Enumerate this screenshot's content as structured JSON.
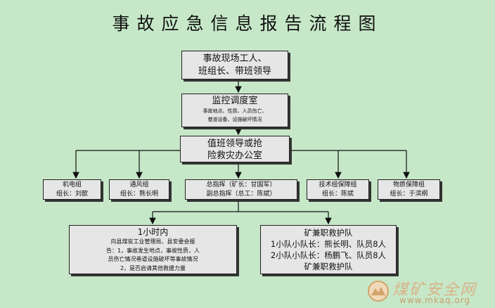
{
  "title": "事故应急信息报告流程图",
  "nodes": {
    "workers": {
      "line1": "事故现场工人、",
      "line2": "班组长、带班领导"
    },
    "monitor": {
      "line1": "监控调度室",
      "line2": "事故地点、性质、人员伤亡、",
      "line3": "巷道设备、设施破坏情况"
    },
    "duty": {
      "line1": "值班领导或抢",
      "line2": "险救灾办公室"
    },
    "electro": {
      "line1": "机电组",
      "line2": "组长：刘歆"
    },
    "ventilation": {
      "line1": "通风组",
      "line2": "组长：熊长明"
    },
    "command": {
      "line1": "总指挥（矿长：甘国军）",
      "line2": "副总指挥（总工：陈斌）"
    },
    "tech": {
      "line1": "技术组保障组",
      "line2": "组长：陈斌"
    },
    "material": {
      "line1": "物质保障组",
      "line2": "组长：于滨纲"
    },
    "hour": {
      "heading": "1小时内",
      "l1": "向县煤炭工业管理局、县安委会报",
      "l2": "告：1，事故发生地点，事故性质，人",
      "l3": "员伤亡情况巷道设施破坏等事故情况",
      "l4": "2，是否启请其他救援力量"
    },
    "rescue": {
      "heading": "矿兼职救护队",
      "l1": "1小队小队长：熊长明、队员8人",
      "l2": "2小队小队长：杨鹏飞、队员8人",
      "l3": "矿兼职救护队"
    }
  },
  "watermark": {
    "brand": "煤矿安全网",
    "url": "www.mkaq.org"
  }
}
